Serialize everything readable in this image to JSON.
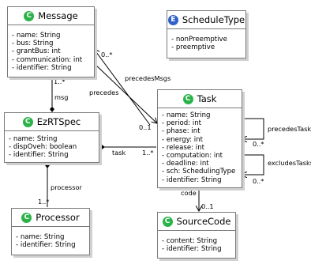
{
  "classes": {
    "message": {
      "name": "Message",
      "stereotype": "C",
      "attributes": [
        "name: String",
        "bus: String",
        "grantBus: int",
        "communication: int",
        "identifier: String"
      ]
    },
    "scheduletype": {
      "name": "ScheduleType",
      "stereotype": "E",
      "attributes": [
        "nonPreemptive",
        "preemptive"
      ]
    },
    "ezrtspec": {
      "name": "EzRTSpec",
      "stereotype": "C",
      "attributes": [
        "name: String",
        "dispOveh: boolean",
        "identifier: String"
      ]
    },
    "task": {
      "name": "Task",
      "stereotype": "C",
      "attributes": [
        "name: String",
        "period: int",
        "phase: int",
        "energy: int",
        "release: int",
        "computation: int",
        "deadline: int",
        "sch: SchedulingType",
        "identifier: String"
      ]
    },
    "processor": {
      "name": "Processor",
      "stereotype": "C",
      "attributes": [
        "name: String",
        "identifier: String"
      ]
    },
    "sourcecode": {
      "name": "SourceCode",
      "stereotype": "C",
      "attributes": [
        "content: String",
        "identifier: String"
      ]
    }
  },
  "associations": {
    "msg": {
      "role": "msg",
      "mult": "1..*"
    },
    "task": {
      "role": "task",
      "mult": "1..*"
    },
    "processor": {
      "role": "processor",
      "mult": "1..*"
    },
    "precedesMsgs": {
      "role": "precedesMsgs",
      "mult_message": "0..*",
      "mult_task": "0..1"
    },
    "precedes": {
      "role": "precedes"
    },
    "precedesTasks": {
      "role": "precedesTasks",
      "mult": "0..*"
    },
    "excludesTasks": {
      "role": "excludesTasks",
      "mult": "0..*"
    },
    "code": {
      "role": "code",
      "mult": "0..1"
    }
  }
}
